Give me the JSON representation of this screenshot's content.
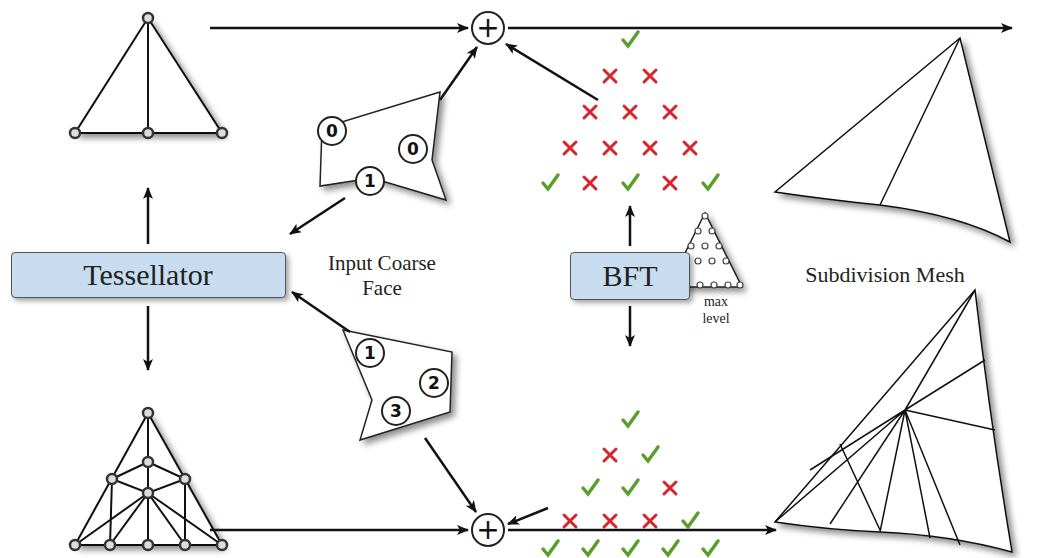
{
  "diagram": {
    "nodes": [
      {
        "text": [
          "+"
        ]
      },
      {
        "text": [
          "0"
        ]
      },
      {
        "text": [
          "0"
        ]
      },
      {
        "text": [
          "1"
        ]
      },
      {
        "text": [
          "Tessellator"
        ]
      },
      {
        "text": [
          "BFT"
        ]
      },
      {
        "text": [
          "1"
        ]
      },
      {
        "text": [
          "2"
        ]
      },
      {
        "text": [
          "3"
        ]
      },
      {
        "text": [
          "+"
        ]
      }
    ],
    "labels": [
      "Input Coarse Face",
      "max level",
      "Subdivision Mesh"
    ]
  }
}
